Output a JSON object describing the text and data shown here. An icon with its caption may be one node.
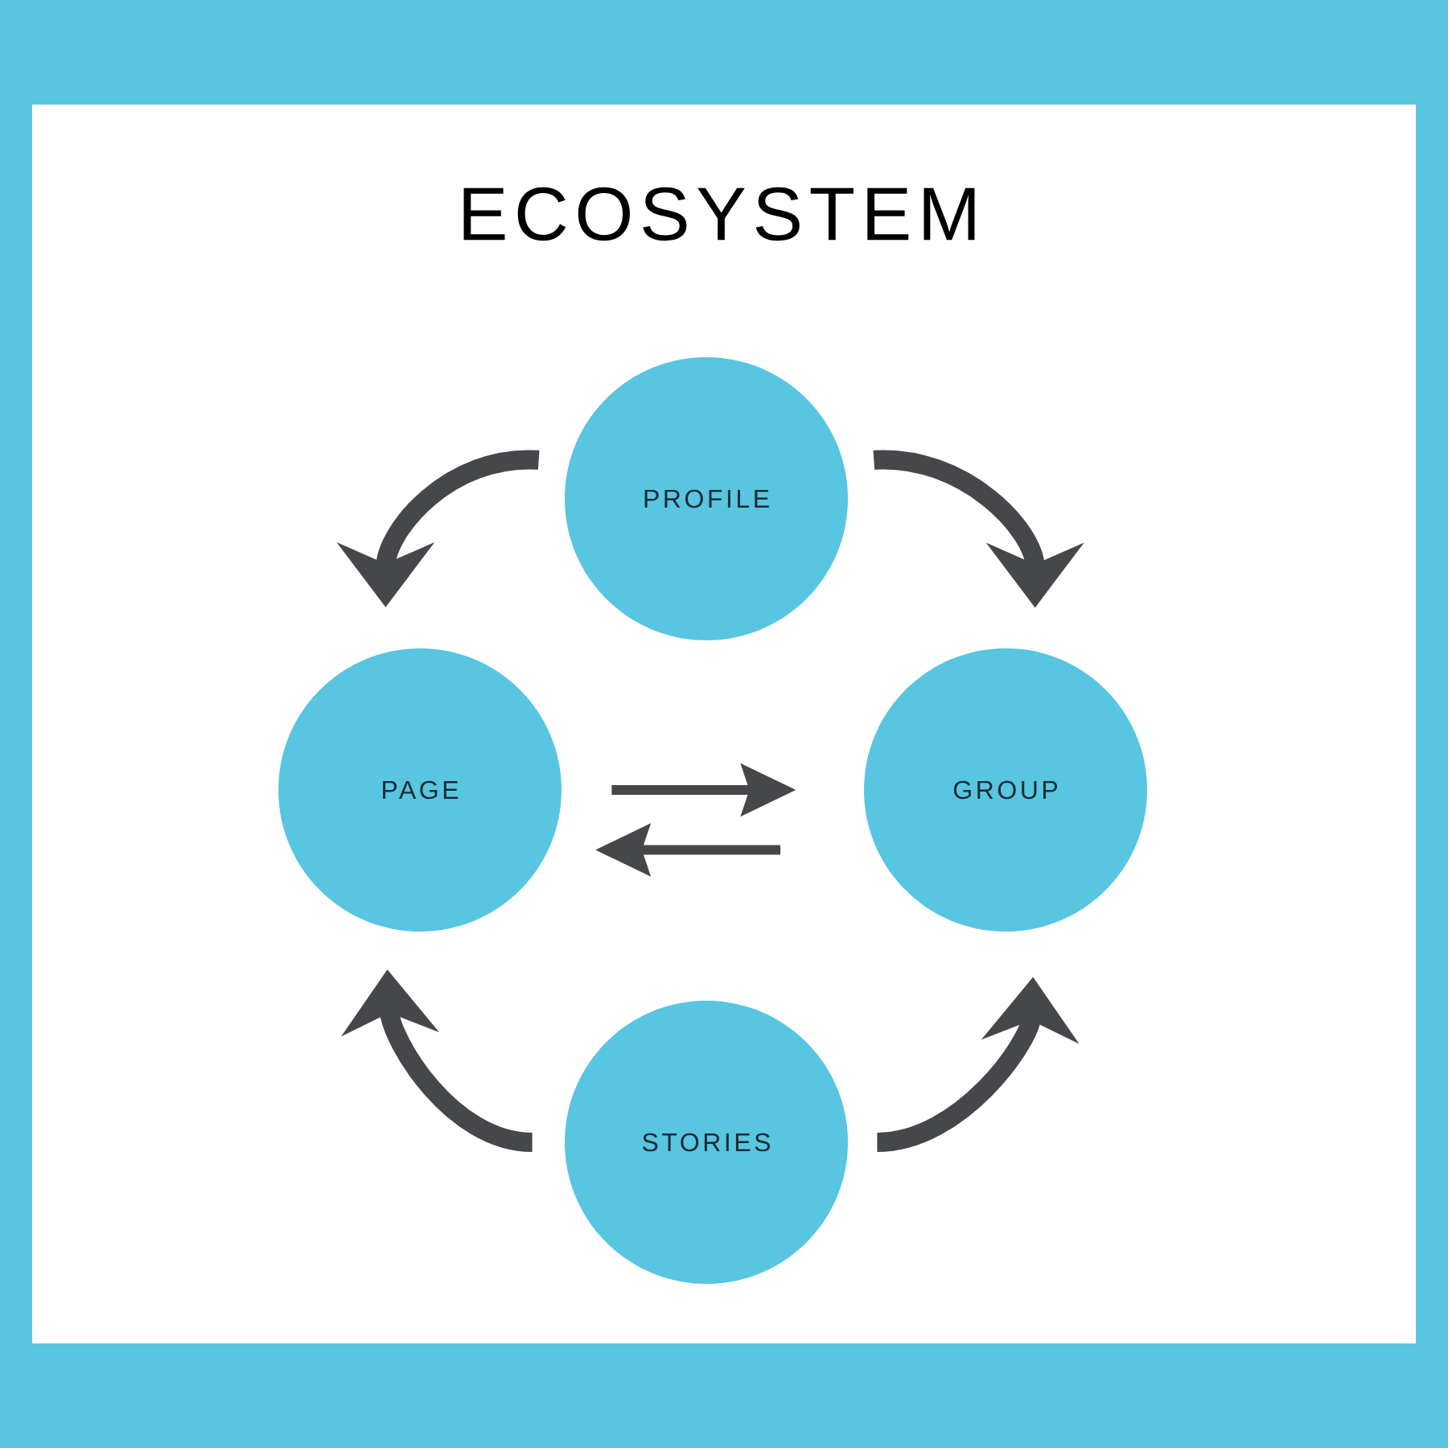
{
  "diagram": {
    "title": "ECOSYSTEM",
    "nodes": [
      {
        "text": [
          "PROFILE"
        ]
      },
      {
        "text": [
          "PAGE"
        ]
      },
      {
        "text": [
          "GROUP"
        ]
      },
      {
        "text": [
          "STORIES"
        ]
      }
    ],
    "edges": [
      {
        "from": 0,
        "to": 1,
        "arrow": "to"
      },
      {
        "from": 0,
        "to": 2,
        "arrow": "to"
      },
      {
        "from": 1,
        "to": 2,
        "arrow": "to"
      },
      {
        "from": 2,
        "to": 1,
        "arrow": "to"
      },
      {
        "from": 3,
        "to": 1,
        "arrow": "to"
      },
      {
        "from": 3,
        "to": 2,
        "arrow": "to"
      }
    ]
  }
}
